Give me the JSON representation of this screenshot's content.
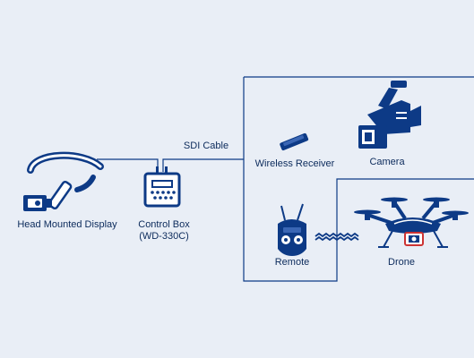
{
  "diagram": {
    "colors": {
      "background": "#e9eef6",
      "line": "#0d3a86",
      "device_fill": "#ffffff",
      "device_stroke": "#0d3a86",
      "accent_red": "#cc3333",
      "label_text": "#0b2a5b"
    },
    "labels": {
      "head_mounted_display": "Head Mounted Display",
      "control_box_line1": "Control Box",
      "control_box_line2": "(WD-330C)",
      "sdi_cable": "SDI Cable",
      "wireless_receiver": "Wireless Receiver",
      "camera": "Camera",
      "remote": "Remote",
      "drone": "Drone"
    },
    "icons": {
      "head_mounted_display": "head-mounted-display-icon",
      "control_box": "control-box-icon",
      "wireless_receiver": "wireless-receiver-icon",
      "camera": "video-camera-icon",
      "remote": "remote-controller-icon",
      "drone": "drone-icon",
      "wireless_signal": "wireless-signal-icon"
    }
  }
}
